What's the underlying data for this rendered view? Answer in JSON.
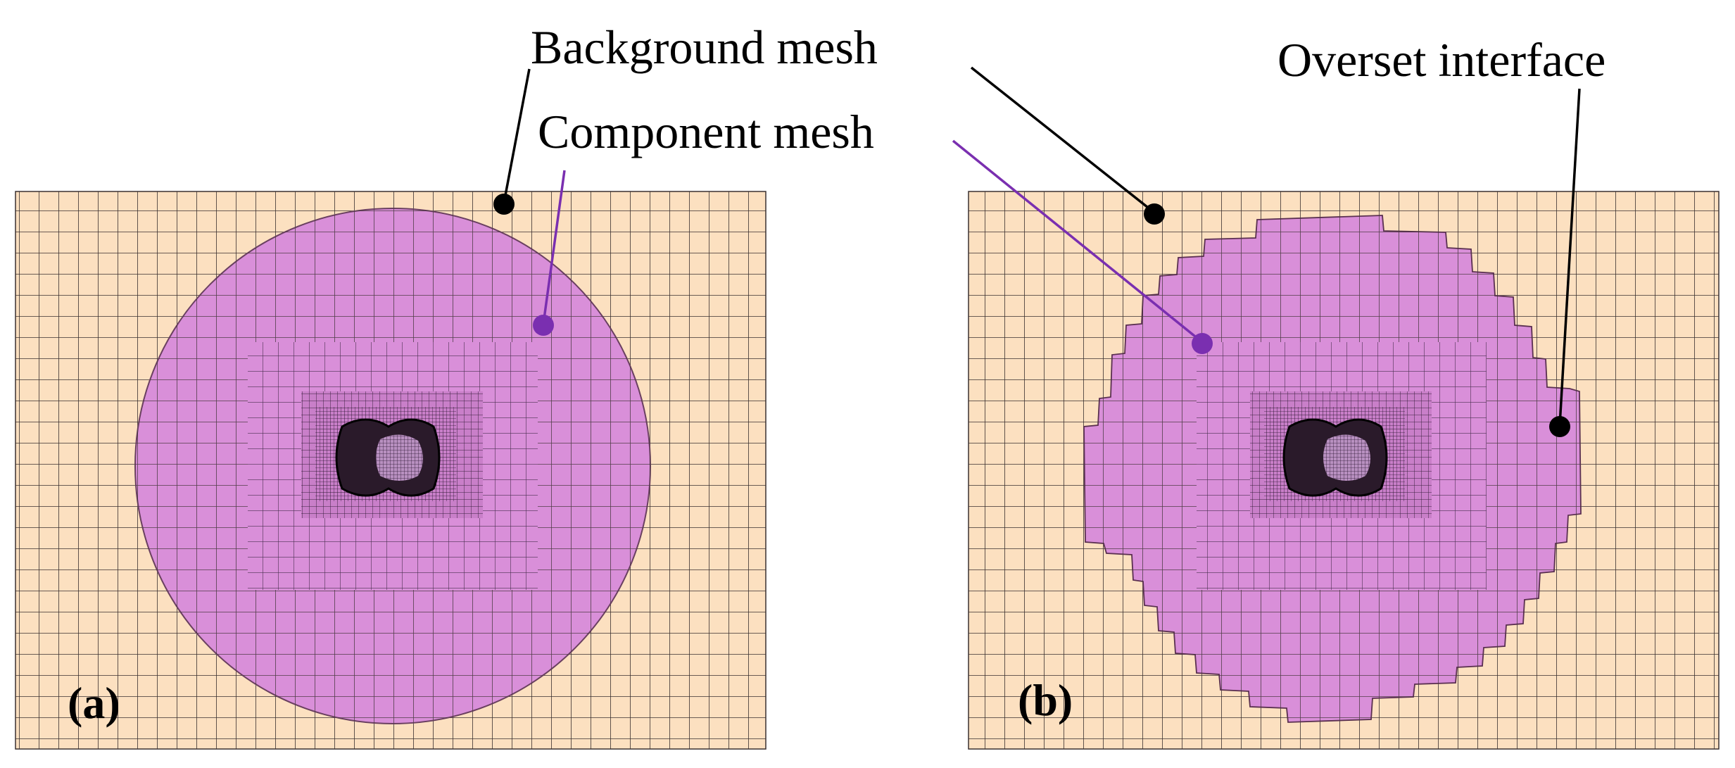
{
  "labels": {
    "background_mesh": "Background mesh",
    "component_mesh": "Component mesh",
    "overset_interface": "Overset interface"
  },
  "panels": {
    "a": "(a)",
    "b": "(b)"
  },
  "colors": {
    "background_mesh_fill": "#fce0c0",
    "component_mesh_fill": "#d98fd9",
    "grid_line": "#3a3030",
    "component_leader": "#7a2fb0",
    "background_leader": "#000000"
  }
}
